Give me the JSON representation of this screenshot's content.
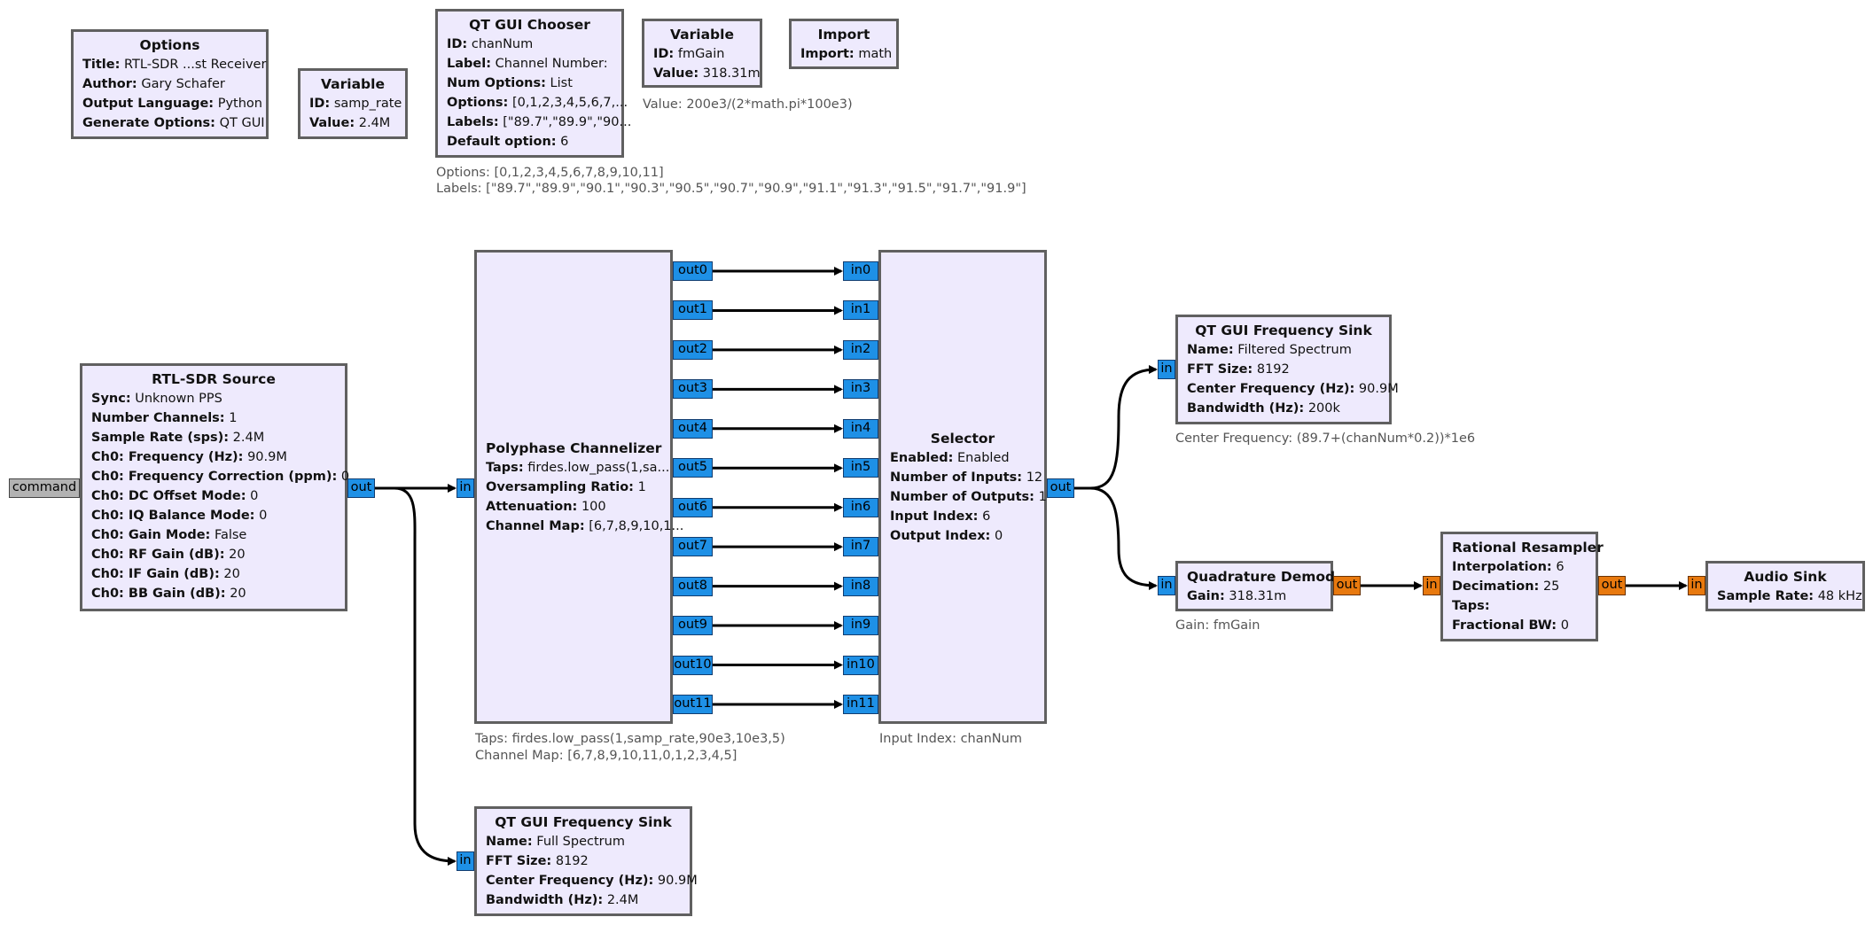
{
  "options_block": {
    "title": "Options",
    "params": [
      {
        "k": "Title:",
        "v": "RTL-SDR ...st Receiver"
      },
      {
        "k": "Author:",
        "v": "Gary Schafer"
      },
      {
        "k": "Output Language:",
        "v": "Python"
      },
      {
        "k": "Generate Options:",
        "v": "QT GUI"
      }
    ]
  },
  "var_samp_rate": {
    "title": "Variable",
    "params": [
      {
        "k": "ID:",
        "v": "samp_rate"
      },
      {
        "k": "Value:",
        "v": "2.4M"
      }
    ]
  },
  "chooser": {
    "title": "QT GUI Chooser",
    "params": [
      {
        "k": "ID:",
        "v": "chanNum"
      },
      {
        "k": "Label:",
        "v": "Channel Number:"
      },
      {
        "k": "Num Options:",
        "v": "List"
      },
      {
        "k": "Options:",
        "v": "[0,1,2,3,4,5,6,7,..."
      },
      {
        "k": "Labels:",
        "v": "[\"89.7\",\"89.9\",\"90..."
      },
      {
        "k": "Default option:",
        "v": "6"
      }
    ],
    "note1": "Options: [0,1,2,3,4,5,6,7,8,9,10,11]",
    "note2": "Labels: [\"89.7\",\"89.9\",\"90.1\",\"90.3\",\"90.5\",\"90.7\",\"90.9\",\"91.1\",\"91.3\",\"91.5\",\"91.7\",\"91.9\"]"
  },
  "var_fmgain": {
    "title": "Variable",
    "params": [
      {
        "k": "ID:",
        "v": "fmGain"
      },
      {
        "k": "Value:",
        "v": "318.31m"
      }
    ],
    "note": "Value: 200e3/(2*math.pi*100e3)"
  },
  "import_block": {
    "title": "Import",
    "params": [
      {
        "k": "Import:",
        "v": "math"
      }
    ]
  },
  "rtl_source": {
    "title": "RTL-SDR Source",
    "params": [
      {
        "k": "Sync:",
        "v": "Unknown PPS"
      },
      {
        "k": "Number Channels:",
        "v": "1"
      },
      {
        "k": "Sample Rate (sps):",
        "v": "2.4M"
      },
      {
        "k": "Ch0: Frequency (Hz):",
        "v": "90.9M"
      },
      {
        "k": "Ch0: Frequency Correction (ppm):",
        "v": "0"
      },
      {
        "k": "Ch0: DC Offset Mode:",
        "v": "0"
      },
      {
        "k": "Ch0: IQ Balance Mode:",
        "v": "0"
      },
      {
        "k": "Ch0: Gain Mode:",
        "v": "False"
      },
      {
        "k": "Ch0: RF Gain (dB):",
        "v": "20"
      },
      {
        "k": "Ch0: IF Gain (dB):",
        "v": "20"
      },
      {
        "k": "Ch0: BB Gain (dB):",
        "v": "20"
      }
    ],
    "command_port": "command",
    "out_port": "out"
  },
  "channelizer": {
    "title": "Polyphase Channelizer",
    "params": [
      {
        "k": "Taps:",
        "v": "firdes.low_pass(1,sa..."
      },
      {
        "k": "Oversampling Ratio:",
        "v": "1"
      },
      {
        "k": "Attenuation:",
        "v": "100"
      },
      {
        "k": "Channel Map:",
        "v": "[6,7,8,9,10,1..."
      }
    ],
    "in_port": "in",
    "out_ports": [
      "out0",
      "out1",
      "out2",
      "out3",
      "out4",
      "out5",
      "out6",
      "out7",
      "out8",
      "out9",
      "out10",
      "out11"
    ],
    "note1": "Taps: firdes.low_pass(1,samp_rate,90e3,10e3,5)",
    "note2": "Channel Map: [6,7,8,9,10,11,0,1,2,3,4,5]"
  },
  "selector": {
    "title": "Selector",
    "params": [
      {
        "k": "Enabled:",
        "v": "Enabled"
      },
      {
        "k": "Number of Inputs:",
        "v": "12"
      },
      {
        "k": "Number of Outputs:",
        "v": "1"
      },
      {
        "k": "Input Index:",
        "v": "6"
      },
      {
        "k": "Output Index:",
        "v": "0"
      }
    ],
    "in_ports": [
      "in0",
      "in1",
      "in2",
      "in3",
      "in4",
      "in5",
      "in6",
      "in7",
      "in8",
      "in9",
      "in10",
      "in11"
    ],
    "out_port": "out",
    "note": "Input Index: chanNum"
  },
  "freq_sink_filtered": {
    "title": "QT GUI Frequency Sink",
    "params": [
      {
        "k": "Name:",
        "v": "Filtered Spectrum"
      },
      {
        "k": "FFT Size:",
        "v": "8192"
      },
      {
        "k": "Center Frequency (Hz):",
        "v": "90.9M"
      },
      {
        "k": "Bandwidth (Hz):",
        "v": "200k"
      }
    ],
    "in_port": "in",
    "note": "Center Frequency: (89.7+(chanNum*0.2))*1e6"
  },
  "freq_sink_full": {
    "title": "QT GUI Frequency Sink",
    "params": [
      {
        "k": "Name:",
        "v": "Full Spectrum"
      },
      {
        "k": "FFT Size:",
        "v": "8192"
      },
      {
        "k": "Center Frequency (Hz):",
        "v": "90.9M"
      },
      {
        "k": "Bandwidth (Hz):",
        "v": "2.4M"
      }
    ],
    "in_port": "in"
  },
  "quad_demod": {
    "title": "Quadrature Demod",
    "params": [
      {
        "k": "Gain:",
        "v": "318.31m"
      }
    ],
    "in_port": "in",
    "out_port": "out",
    "note": "Gain: fmGain"
  },
  "resampler": {
    "title": "Rational Resampler",
    "params": [
      {
        "k": "Interpolation:",
        "v": "6"
      },
      {
        "k": "Decimation:",
        "v": "25"
      },
      {
        "k": "Taps:",
        "v": ""
      },
      {
        "k": "Fractional BW:",
        "v": "0"
      }
    ],
    "in_port": "in",
    "out_port": "out"
  },
  "audio_sink": {
    "title": "Audio Sink",
    "params": [
      {
        "k": "Sample Rate:",
        "v": "48 kHz"
      }
    ],
    "in_port": "in"
  },
  "colors": {
    "block_fill": "#eeeafd",
    "block_border": "#606060",
    "port_complex": "#1e90e6",
    "port_float": "#e8790e",
    "port_message": "#b2b2b2"
  }
}
